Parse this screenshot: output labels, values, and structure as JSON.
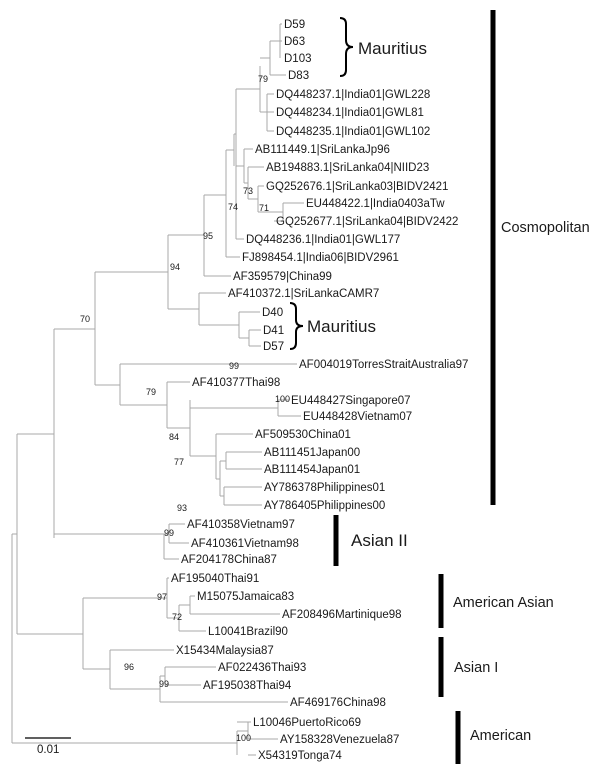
{
  "leaves": [
    "D59",
    "D63",
    "D103",
    "D83",
    "DQ448237.1|India01|GWL228",
    "DQ448234.1|India01|GWL81",
    "DQ448235.1|India01|GWL102",
    "AB111449.1|SriLankaJp96",
    "AB194883.1|SriLanka04|NIID23",
    "GQ252676.1|SriLanka03|BIDV2421",
    "EU448422.1|India0403aTw",
    "GQ252677.1|SriLanka04|BIDV2422",
    "DQ448236.1|India01|GWL177",
    "FJ898454.1|India06|BIDV2961",
    "AF359579|China99",
    "AF410372.1|SriLankaCAMR7",
    "D40",
    "D41",
    "D57",
    "AF004019TorresStraitAustralia97",
    "AF410377Thai98",
    "EU448427Singapore07",
    "EU448428Vietnam07",
    "AF509530China01",
    "AB111451Japan00",
    "AB111454Japan01",
    "AY786378Philippines01",
    "AY786405Philippines00",
    "AF410358Vietnam97",
    "AF410361Vietnam98",
    "AF204178China87",
    "AF195040Thai91",
    "M15075Jamaica83",
    "AF208496Martinique98",
    "L10041Brazil90",
    "X15434Malaysia87",
    "AF022436Thai93",
    "AF195038Thai94",
    "AF469176China98",
    "L10046PuertoRico69",
    "AY158328Venezuela87",
    "X54319Tonga74"
  ],
  "bootstrap": [
    "79",
    "74",
    "73",
    "71",
    "95",
    "94",
    "70",
    "99",
    "79",
    "84",
    "100",
    "77",
    "93",
    "99",
    "97",
    "72",
    "96",
    "99",
    "100"
  ],
  "groups": {
    "cosmopolitan": "Cosmopolitan",
    "asian_ii": "Asian II",
    "american_asian": "American Asian",
    "asian_i": "Asian I",
    "american": "American"
  },
  "mauritius_labels": [
    "Mauritius",
    "Mauritius"
  ],
  "scale_label": "0.01"
}
